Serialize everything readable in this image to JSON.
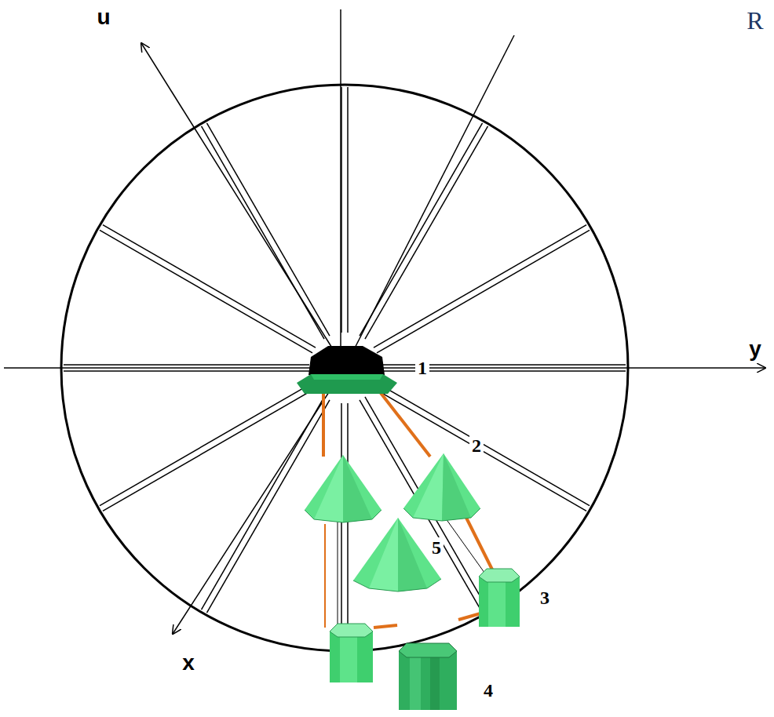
{
  "diagram": {
    "labels": [
      "R",
      "u",
      "y",
      "1",
      "2",
      "5",
      "3",
      "x",
      "4"
    ]
  }
}
